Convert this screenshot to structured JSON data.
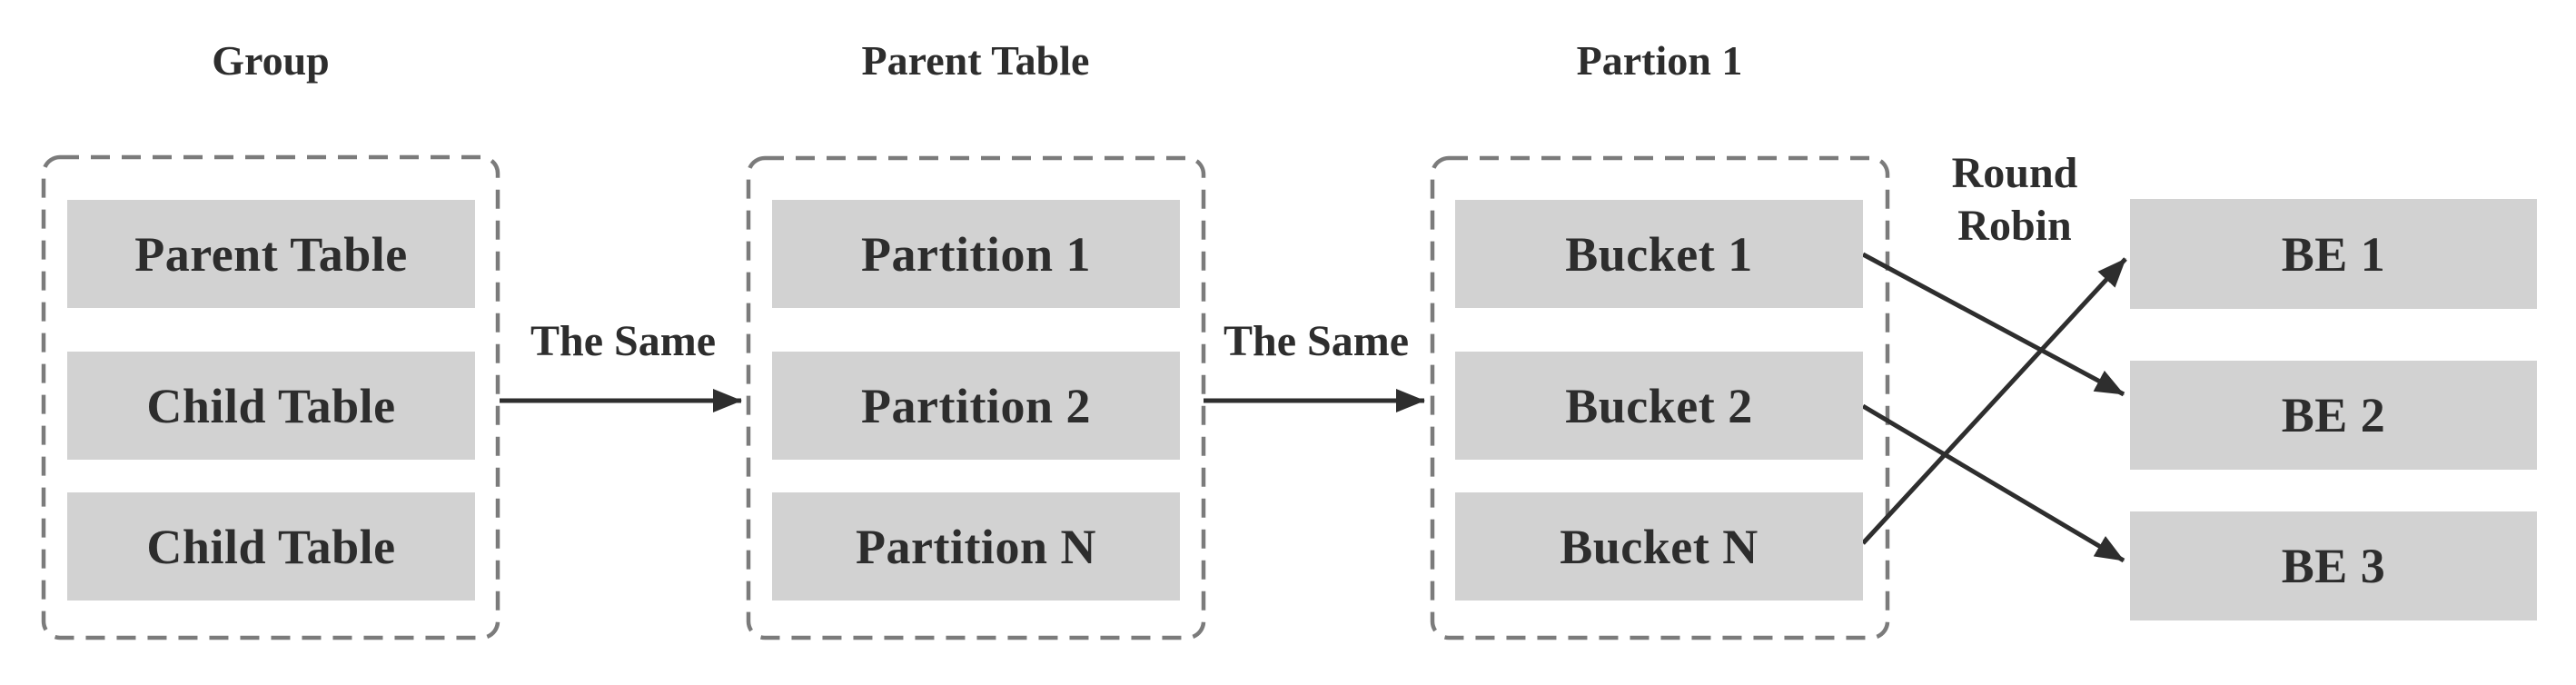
{
  "colors": {
    "bg": "#ffffff",
    "box_fill": "#d2d2d2",
    "dash_border": "#7b7b7b",
    "arrow": "#2e2e2e",
    "ink": "#2d2d2d"
  },
  "columns": [
    {
      "title": "Group",
      "boxes": [
        "Parent Table",
        "Child Table",
        "Child Table"
      ]
    },
    {
      "title": "Parent Table",
      "boxes": [
        "Partition 1",
        "Partition 2",
        "Partition N"
      ]
    },
    {
      "title": "Partion 1",
      "boxes": [
        "Bucket 1",
        "Bucket 2",
        "Bucket N"
      ]
    }
  ],
  "backend_nodes": [
    "BE 1",
    "BE 2",
    "BE 3"
  ],
  "edge_labels": {
    "group_to_parent": "The Same",
    "parent_to_partition": "The Same",
    "round_robin_line1": "Round",
    "round_robin_line2": "Robin"
  },
  "connections": [
    {
      "from": "Group",
      "to": "Parent Table",
      "label": "The Same"
    },
    {
      "from": "Parent Table",
      "to": "Partion 1",
      "label": "The Same"
    },
    {
      "from": "Bucket 1",
      "to": "BE 2",
      "label": "Round Robin"
    },
    {
      "from": "Bucket 2",
      "to": "BE 3",
      "label": "Round Robin"
    },
    {
      "from": "Bucket N",
      "to": "BE 1",
      "label": "Round Robin"
    }
  ]
}
